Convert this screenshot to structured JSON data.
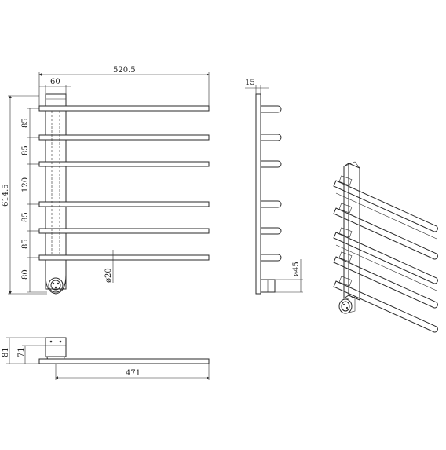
{
  "front_view": {
    "overall_width": "520.5",
    "post_width": "60",
    "overall_height": "614.5",
    "spacings": [
      "85",
      "85",
      "120",
      "85",
      "85",
      "80"
    ],
    "bar_diameter": "ø20"
  },
  "side_view": {
    "depth": "15",
    "base_diameter": "ø45"
  },
  "top_view": {
    "depth_total": "81",
    "depth_mount": "71",
    "bar_length": "471"
  },
  "colors": {
    "line": "#2a2a2a",
    "background": "#ffffff"
  }
}
